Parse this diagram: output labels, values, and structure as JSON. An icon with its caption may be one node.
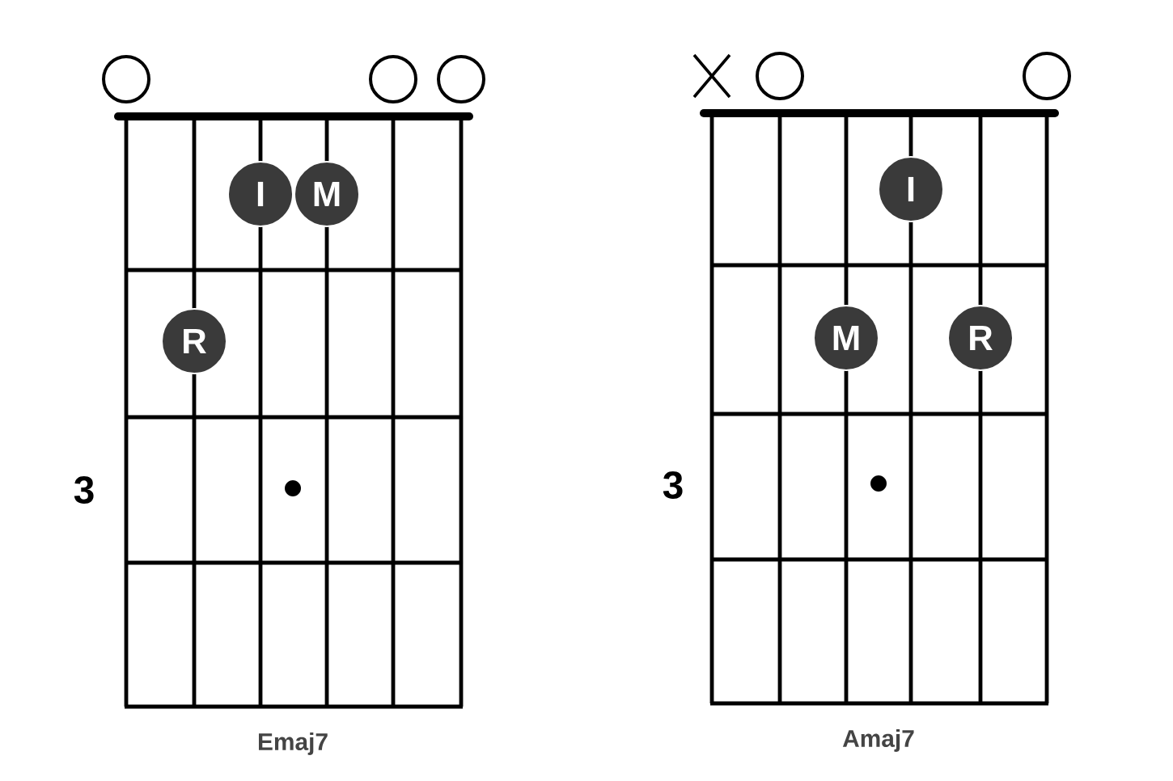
{
  "diagram": {
    "nodes": [
      {
        "text": [],
        "shape": "circle"
      },
      {
        "text": [],
        "shape": "circle"
      },
      {
        "text": [],
        "shape": "circle"
      },
      {
        "text": [
          "I"
        ]
      },
      {
        "text": [
          "M"
        ]
      },
      {
        "text": [
          "R"
        ]
      },
      {
        "text": [],
        "shape": "circle"
      },
      {
        "text": [],
        "shape": "circle"
      },
      {
        "text": [
          "I"
        ]
      },
      {
        "text": [
          "M"
        ]
      },
      {
        "text": [
          "R"
        ]
      }
    ],
    "labels": [
      "3",
      "Emaj7",
      "3",
      "Amaj7"
    ]
  }
}
